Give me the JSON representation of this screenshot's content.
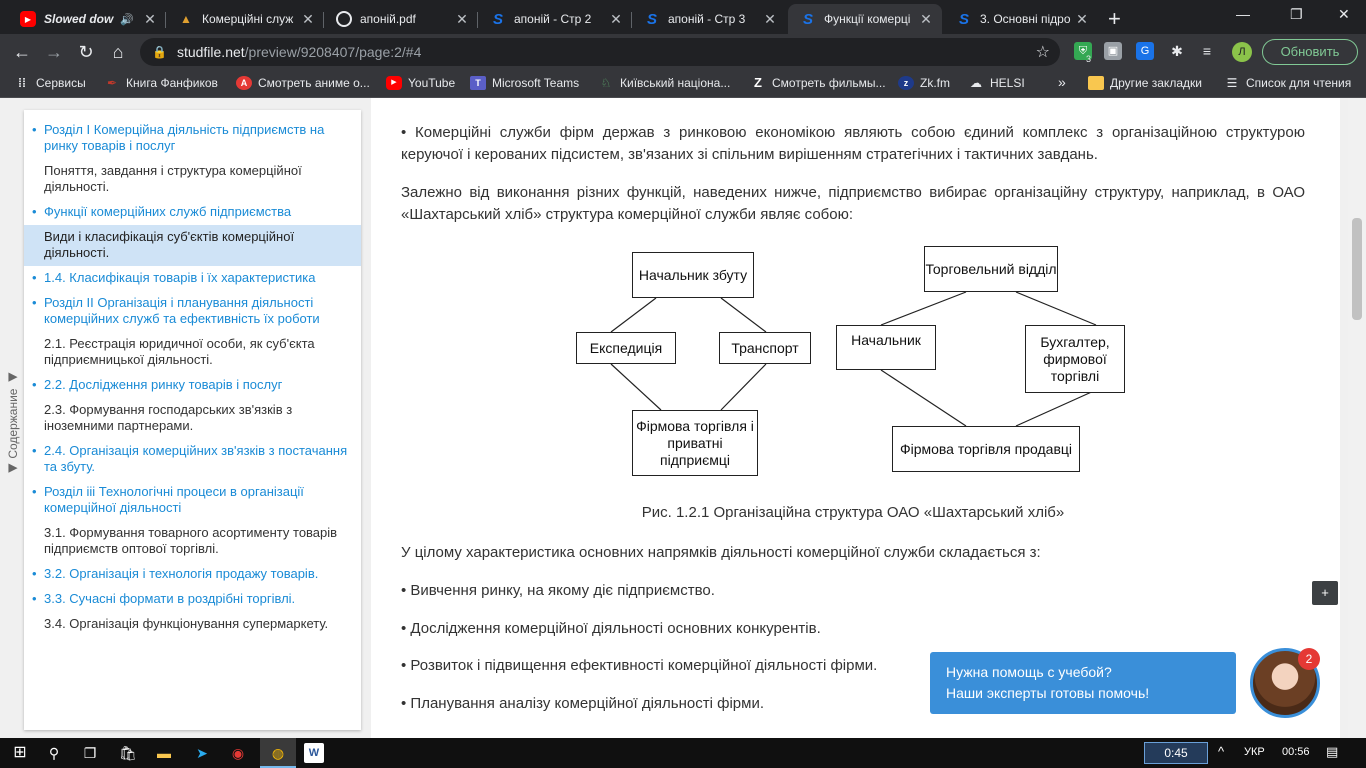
{
  "tabs": [
    {
      "title": "Slowed dow",
      "favicon": "youtube-icon",
      "extra": "audio-icon"
    },
    {
      "title": "Комерційні служ",
      "favicon": "graduation-hat-icon"
    },
    {
      "title": "апоній.pdf",
      "favicon": "globe-icon"
    },
    {
      "title": "апоній - Стр 2",
      "favicon": "studfile-icon"
    },
    {
      "title": "апоній - Стр 3",
      "favicon": "studfile-icon"
    },
    {
      "title": "Функції комерці",
      "favicon": "studfile-icon",
      "active": true
    },
    {
      "title": "3. Основні підро",
      "favicon": "studfile-icon"
    }
  ],
  "window_controls": {
    "minimize": "—",
    "restore": "❐",
    "close": "✕"
  },
  "toolbar": {
    "url_host": "studfile.net",
    "url_path": "/preview/9208407/page:2/#4",
    "profile_letter": "Л",
    "update_label": "Обновить",
    "shield_badge": "3"
  },
  "bookmarks": [
    {
      "label": "Сервисы",
      "icon": "apps-icon"
    },
    {
      "label": "Книга Фанфиков",
      "icon": "quill-icon"
    },
    {
      "label": "Смотреть аниме о...",
      "icon": "anime-icon"
    },
    {
      "label": "YouTube",
      "icon": "youtube-icon"
    },
    {
      "label": "Microsoft Teams",
      "icon": "teams-icon"
    },
    {
      "label": "Київський націона...",
      "icon": "university-icon"
    },
    {
      "label": "Смотреть фильмы...",
      "icon": "z-icon"
    },
    {
      "label": "Zk.fm",
      "icon": "zkfm-icon"
    },
    {
      "label": "HELSI",
      "icon": "helsi-icon"
    },
    {
      "label": "»",
      "icon": ""
    },
    {
      "label": "Другие закладки",
      "icon": "folder-icon"
    },
    {
      "label": "Список для чтения",
      "icon": "reading-list-icon"
    }
  ],
  "toc": {
    "tab_label": "◀ Содержание ◀",
    "items": [
      {
        "text": "Розділ І Комерційна діяльність підприємств на ринку товарів і послуг",
        "type": "link"
      },
      {
        "text": "Поняття, завдання і структура комерційної діяльності.",
        "type": "plain"
      },
      {
        "text": "Функції комерційних служб підприємства",
        "type": "link"
      },
      {
        "text": "Види і класифікація суб'єктів комерційної діяльності.",
        "type": "current"
      },
      {
        "text": "1.4. Класифікація товарів і їх характеристика",
        "type": "link"
      },
      {
        "text": "Розділ ІІ Організація і планування діяльності комерційних служб та ефективність їх роботи",
        "type": "link"
      },
      {
        "text": "2.1. Реєстрація юридичної особи, як суб'єкта підприємницької діяльності.",
        "type": "plain"
      },
      {
        "text": "2.2. Дослідження ринку товарів і послуг",
        "type": "link"
      },
      {
        "text": "2.3. Формування господарських зв'язків з іноземними партнерами.",
        "type": "plain"
      },
      {
        "text": "2.4. Організація комерційних зв'язків з постачання та збуту.",
        "type": "link"
      },
      {
        "text": "Розділ ііі Технологічні процеси в організації комерційної діяльності",
        "type": "link"
      },
      {
        "text": "3.1. Формування товарного асортименту товарів підприємств оптової торгівлі.",
        "type": "plain"
      },
      {
        "text": "3.2. Організація і технологія продажу товарів.",
        "type": "link"
      },
      {
        "text": "3.3. Сучасні формати в роздрібні торгівлі.",
        "type": "link"
      },
      {
        "text": "3.4. Організація функціонування супермаркету.",
        "type": "plain"
      }
    ]
  },
  "content": {
    "para1": "• Комерційні служби фірм держав з ринковою економікою являють собою єдиний комплекс з організаційною структурою керуючої і керованих підсистем, зв'язаних зі спільним вирішенням стратегічних і тактичних завдань.",
    "para2": "Залежно від виконання різних функцій, наведених нижче, підприємство вибирає організаційну структуру, наприклад, в ОАО «Шахтарський хліб» структура комерційної служби являє собою:",
    "diagram": {
      "left_top": "Начальник збуту",
      "left_mid_a": "Експедиція",
      "left_mid_b": "Транспорт",
      "left_bottom": "Фірмова торгівля і приватні підприємці",
      "right_top": "Торговельний відділ",
      "right_mid_a": "Начальник",
      "right_mid_b": "Бухгалтер, фирмової торгівлі",
      "right_bottom": "Фірмова торгівля продавці"
    },
    "caption": "Рис. 1.2.1 Організаційна структура ОАО «Шахтарський хліб»",
    "para3": "У цілому характеристика основних напрямків діяльності комерційної служби складається з:",
    "bullet1": "• Вивчення ринку, на якому діє підприємство.",
    "bullet2": "• Дослідження комерційної діяльності основних конкурентів.",
    "bullet3": "• Розвиток і підвищення ефективності комерційної діяльності фірми.",
    "bullet4": "• Планування аналізу комерційної діяльності фірми."
  },
  "widgets": {
    "plus_label": "+",
    "chat_line1": "Нужна помощь с учебой?",
    "chat_line2": "Наши эксперты готовы помочь!",
    "chat_badge": "2"
  },
  "taskbar": {
    "clock_badge": "0:45",
    "language": "УКР",
    "time": "00:56"
  }
}
